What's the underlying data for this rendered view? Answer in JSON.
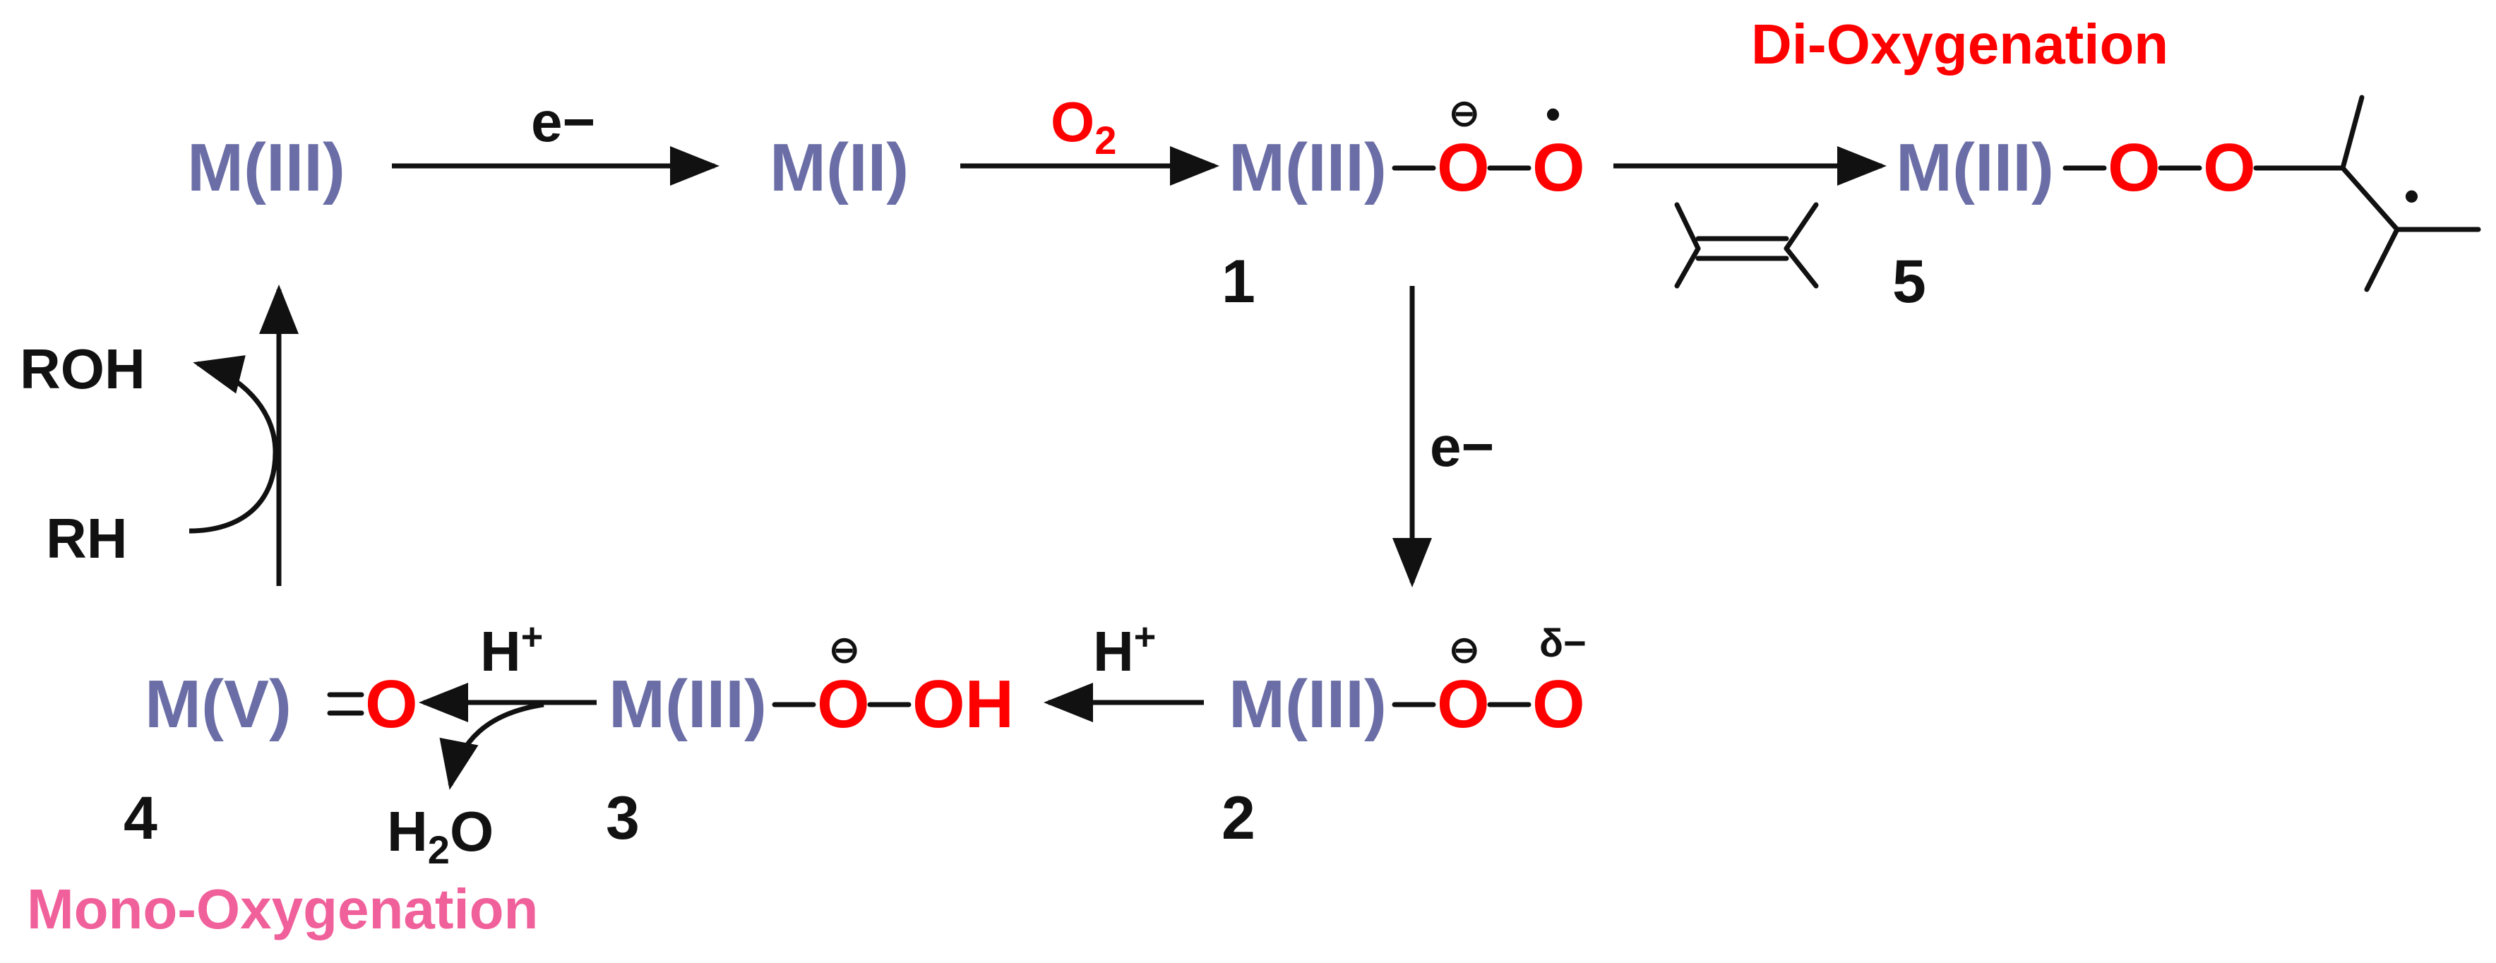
{
  "colors": {
    "metal": "#6b6ea6",
    "oxygen": "#ff0000",
    "text": "#111111",
    "mono_label": "#f0609a",
    "di_label": "#ff0000"
  },
  "species": {
    "m3_start": "M(III)",
    "m2": "M(II)",
    "c1_metal": "M(III)",
    "c1_o1": "O",
    "c1_o2": "O",
    "c1_minus": "⊖",
    "c1_radical": "•",
    "c5_metal": "M(III)",
    "c5_o1": "O",
    "c5_o2": "O",
    "c5_radical": "•",
    "c2_metal": "M(III)",
    "c2_o1": "O",
    "c2_o2": "O",
    "c2_minus": "⊖",
    "c2_delta": "δ−",
    "c3_metal": "M(III)",
    "c3_o": "O",
    "c3_oh": "OH",
    "c3_minus": "⊖",
    "c4_metal": "M(V)",
    "c4_o": "O"
  },
  "numbers": {
    "n1": "1",
    "n2": "2",
    "n3": "3",
    "n4": "4",
    "n5": "5"
  },
  "reagents": {
    "e1": "e−",
    "o2_base": "O",
    "o2_sub": "2",
    "e2": "e−",
    "h_plus_1": "H",
    "h_plus_1_sup": "+",
    "h_plus_2": "H",
    "h_plus_2_sup": "+",
    "h2o_h": "H",
    "h2o_sub": "2",
    "h2o_o": "O",
    "roh": "ROH",
    "rh": "RH"
  },
  "labels": {
    "di_oxygenation": "Di-Oxygenation",
    "mono_oxygenation": "Mono-Oxygenation"
  }
}
